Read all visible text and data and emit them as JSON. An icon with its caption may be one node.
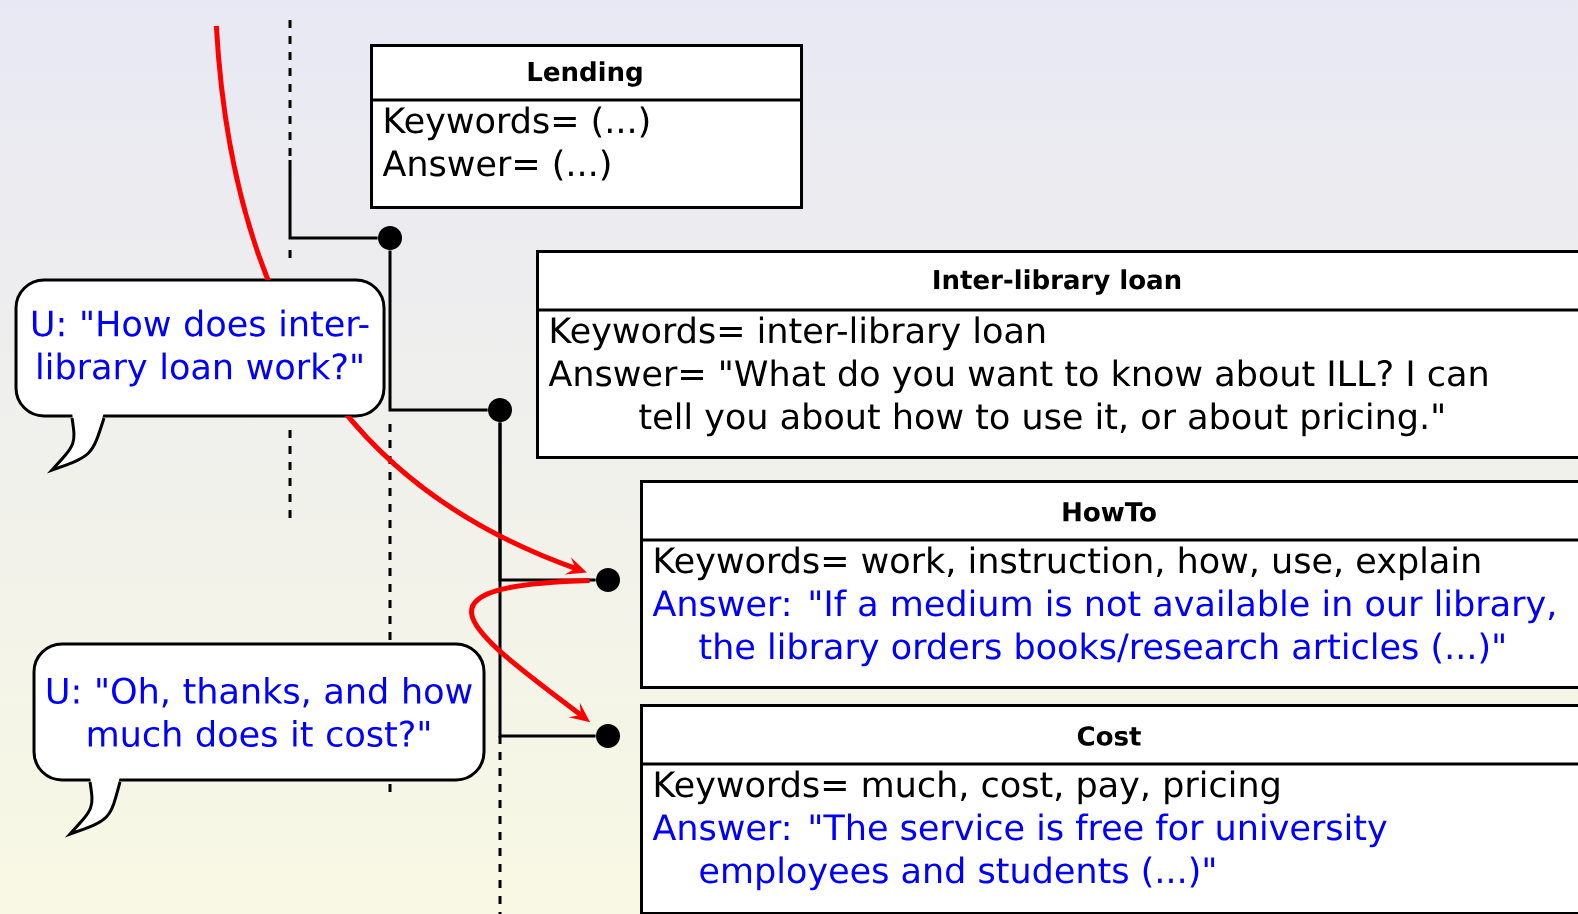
{
  "diagram": {
    "nodes": [
      {
        "text": [
          "Lending",
          "Keywords= (...)",
          "Answer= (...)"
        ]
      },
      {
        "text": [
          "Inter-library loan",
          "Keywords= inter-library loan",
          "Answer= \"What do you want to know about ILL? I can tell you about how to use it, or about pricing.\""
        ]
      },
      {
        "text": [
          "HowTo",
          "Keywords= work, instruction, how, use, explain",
          "Answer: \"If a medium is not available in our library, the library orders books/research articles (...)\""
        ]
      },
      {
        "text": [
          "Cost",
          "Keywords= much, cost, pay, pricing",
          "Answer: \"The service is free for university employees and students (...)\""
        ]
      },
      {
        "text": [
          "U: \"How does inter-library loan work?\""
        ]
      },
      {
        "text": [
          "U: \"Oh, thanks, and how much does it cost?\""
        ]
      },
      {
        "text": [],
        "shape": "circle"
      },
      {
        "text": [],
        "shape": "circle"
      },
      {
        "text": [],
        "shape": "circle"
      },
      {
        "text": [],
        "shape": "circle"
      }
    ],
    "edges": [
      {
        "from": null,
        "to": 6,
        "arrow": "none"
      },
      {
        "from": 6,
        "to": 7,
        "arrow": "none"
      },
      {
        "from": 7,
        "to": 8,
        "arrow": "none"
      },
      {
        "from": 7,
        "to": 9,
        "arrow": "none"
      },
      {
        "from": null,
        "to": 8,
        "arrow": "to",
        "color": "#ff0000"
      },
      {
        "from": 8,
        "to": 9,
        "arrow": "to",
        "color": "#ff0000"
      }
    ]
  }
}
